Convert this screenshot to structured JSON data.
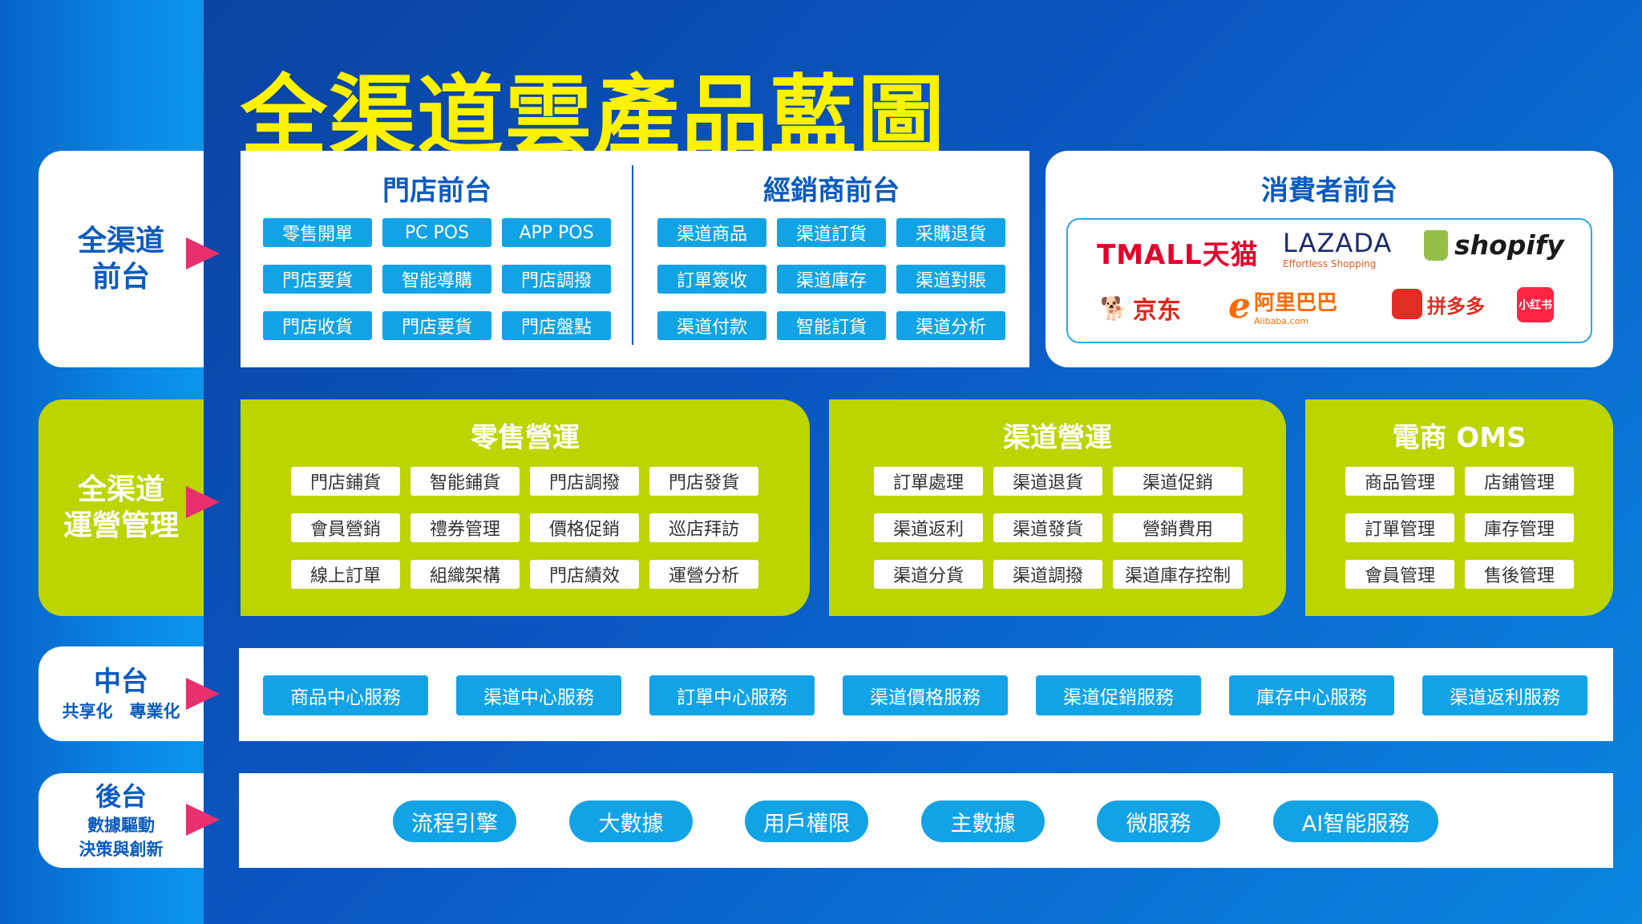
{
  "title": "全渠道雲產品藍圖",
  "rows": {
    "front": {
      "main_line1": "全渠道",
      "main_line2": "前台"
    },
    "ops": {
      "main_line1": "全渠道",
      "main_line2": "運營管理"
    },
    "middle": {
      "main": "中台",
      "sub": "共享化　專業化"
    },
    "back": {
      "main": "後台",
      "sub_line1": "數據驅動",
      "sub_line2": "決策與創新"
    }
  },
  "store_front": {
    "title": "門店前台",
    "items": [
      "零售開單",
      "PC POS",
      "APP POS",
      "門店要貨",
      "智能導購",
      "門店調撥",
      "門店收貨",
      "門店要貨",
      "門店盤點"
    ]
  },
  "dealer_front": {
    "title": "經銷商前台",
    "items": [
      "渠道商品",
      "渠道訂貨",
      "采購退貨",
      "訂單簽收",
      "渠道庫存",
      "渠道對賬",
      "渠道付款",
      "智能訂貨",
      "渠道分析"
    ]
  },
  "consumer_front": {
    "title": "消費者前台",
    "brands": {
      "tmall": "TMALL天猫",
      "lazada": "LAZADA",
      "lazada_tag": "Effortless Shopping",
      "shopify": "shopify",
      "jd": "京东",
      "alibaba": "阿里巴巴",
      "alibaba_tag": "Alibaba.com",
      "pdd": "拼多多",
      "xhs": "小红书"
    }
  },
  "retail_ops": {
    "title": "零售營運",
    "items": [
      "門店鋪貨",
      "智能鋪貨",
      "門店調撥",
      "門店發貨",
      "會員營銷",
      "禮券管理",
      "價格促銷",
      "巡店拜訪",
      "線上訂單",
      "組織架構",
      "門店績效",
      "運營分析"
    ]
  },
  "channel_ops": {
    "title": "渠道營運",
    "items": [
      "訂單處理",
      "渠道退貨",
      "渠道促銷",
      "渠道返利",
      "渠道發貨",
      "營銷費用",
      "渠道分貨",
      "渠道調撥",
      "渠道庫存控制"
    ]
  },
  "ecom_oms": {
    "title": "電商 OMS",
    "items": [
      "商品管理",
      "店鋪管理",
      "訂單管理",
      "庫存管理",
      "會員管理",
      "售後管理"
    ]
  },
  "middle_services": [
    "商品中心服務",
    "渠道中心服務",
    "訂單中心服務",
    "渠道價格服務",
    "渠道促銷服務",
    "庫存中心服務",
    "渠道返利服務"
  ],
  "back_services": [
    "流程引擎",
    "大數據",
    "用戶權限",
    "主數據",
    "微服務",
    "AI智能服務"
  ],
  "colors": {
    "accent_yellow": "#fff200",
    "brand_blue": "#0a5bbf",
    "chip_blue": "#12a3e6",
    "lime": "#bcd400",
    "arrow_pink": "#e8306f"
  }
}
